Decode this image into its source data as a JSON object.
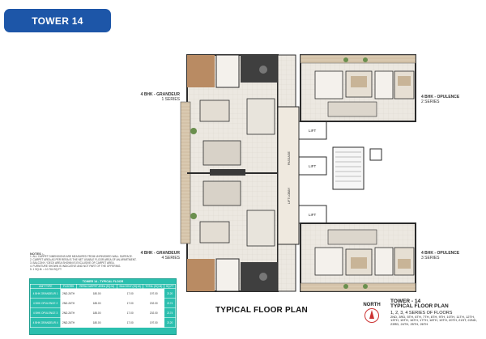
{
  "badge": "TOWER 14",
  "units": {
    "top_left": {
      "name": "4 BHK - GRANDEUR",
      "series": "1 SERIES"
    },
    "bottom_left": {
      "name": "4 BHK - GRANDEUR",
      "series": "4 SERIES"
    },
    "top_right": {
      "name": "4 BHK - OPULENCE",
      "series": "2 SERIES"
    },
    "bottom_right": {
      "name": "4 BHK - OPULENCE",
      "series": "3 SERIES"
    }
  },
  "plan_labels": {
    "lift_1": "LIFT",
    "lift_2": "LIFT",
    "lift_3": "LIFT",
    "lobby": "LIFT LOBBY",
    "passage": "PASSAGE"
  },
  "footer": {
    "plan_title": "TYPICAL FLOOR PLAN",
    "north": "NORTH",
    "tower": "TOWER - 14",
    "tower_subtitle": "TYPICAL FLOOR PLAN",
    "series_line": "1, 2, 3, 4 SERIES OF FLOORS",
    "floors": "2ND, 3RD, 5TH, 6TH, 7TH, 8TH, 9TH, 10TH, 11TH, 12TH, 13TH, 15TH, 16TH, 17TH, 18TH, 19TH, 20TH, 21ST, 22ND, 23RD, 24TH, 25TH, 26TH"
  },
  "notes": {
    "heading": "NOTES :-",
    "lines": [
      "1. ALL CARPET DIMENSIONS ARE MEASURED FROM UNFINISHED WALL SURFACE.",
      "2. CARPET AREA AS PER RERA IS THE NET USABLE FLOOR AREA OF AN APARTMENT.",
      "3. BALCONY / DECK AREA SHOWN IS EXCLUSIVE OF CARPET AREA.",
      "4. FURNITURE SHOWN IS INDICATIVE AND NOT PART OF THE OFFERING.",
      "5. 1 SQ.M. = 10.764 SQ.FT."
    ]
  },
  "area_table": {
    "caption": "TOWER 14 - TYPICAL FLOOR",
    "headers": [
      "UNIT TYPE",
      "FLOORS",
      "RERA CARPET AREA (SQ.M)",
      "BALCONY (SQ.M)",
      "TOTAL (SQ.M)",
      "SQ.FT"
    ],
    "rows": [
      [
        "4 BHK GRANDEUR 1",
        "2ND-26TH",
        "180.00",
        "17.00",
        "197.00",
        "2120"
      ],
      [
        "4 BHK OPULENCE 2",
        "2ND-26TH",
        "185.00",
        "17.00",
        "202.00",
        "2174"
      ],
      [
        "4 BHK OPULENCE 3",
        "2ND-26TH",
        "185.00",
        "17.00",
        "202.00",
        "2174"
      ],
      [
        "4 BHK GRANDEUR 4",
        "2ND-26TH",
        "180.00",
        "17.00",
        "197.00",
        "2120"
      ]
    ]
  },
  "colors": {
    "badge": "#1d56a8",
    "table": "#2bbfae",
    "wall": "#2b2b2b",
    "wood": "#b98b63",
    "floor": "#ece8e1"
  }
}
